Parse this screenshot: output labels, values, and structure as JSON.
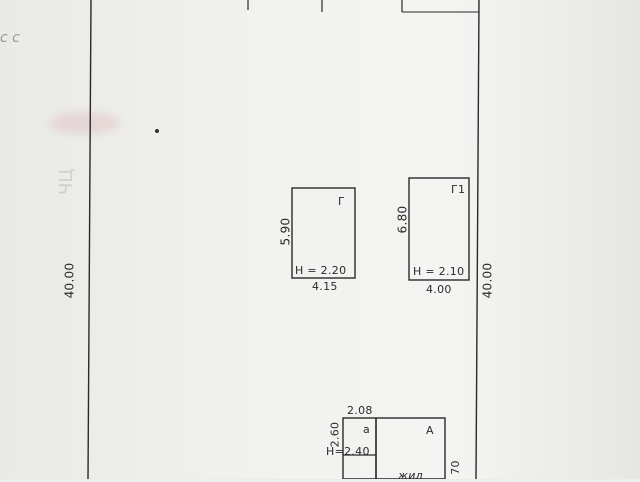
{
  "plot": {
    "left_side_length": "40.00",
    "right_side_length": "40.00",
    "faint_mark": "ЧЦ",
    "corner_scribble": "с с"
  },
  "building_g": {
    "letter": "Г",
    "height_note": "Н = 2.20",
    "width": "4.15",
    "depth": "5.90"
  },
  "building_g1": {
    "letter": "Г1",
    "height_note": "Н = 2.10",
    "width": "4.00",
    "depth": "6.80"
  },
  "house": {
    "annex_letter": "а",
    "main_letter": "А",
    "annex_width": "2.08",
    "annex_depth": "2.60",
    "annex_height": "Н=2.40",
    "main_label_partial": "жил",
    "side_partial": "70"
  },
  "colors": {
    "line": "#2a2a2a",
    "paper": "#f1f1ef"
  }
}
